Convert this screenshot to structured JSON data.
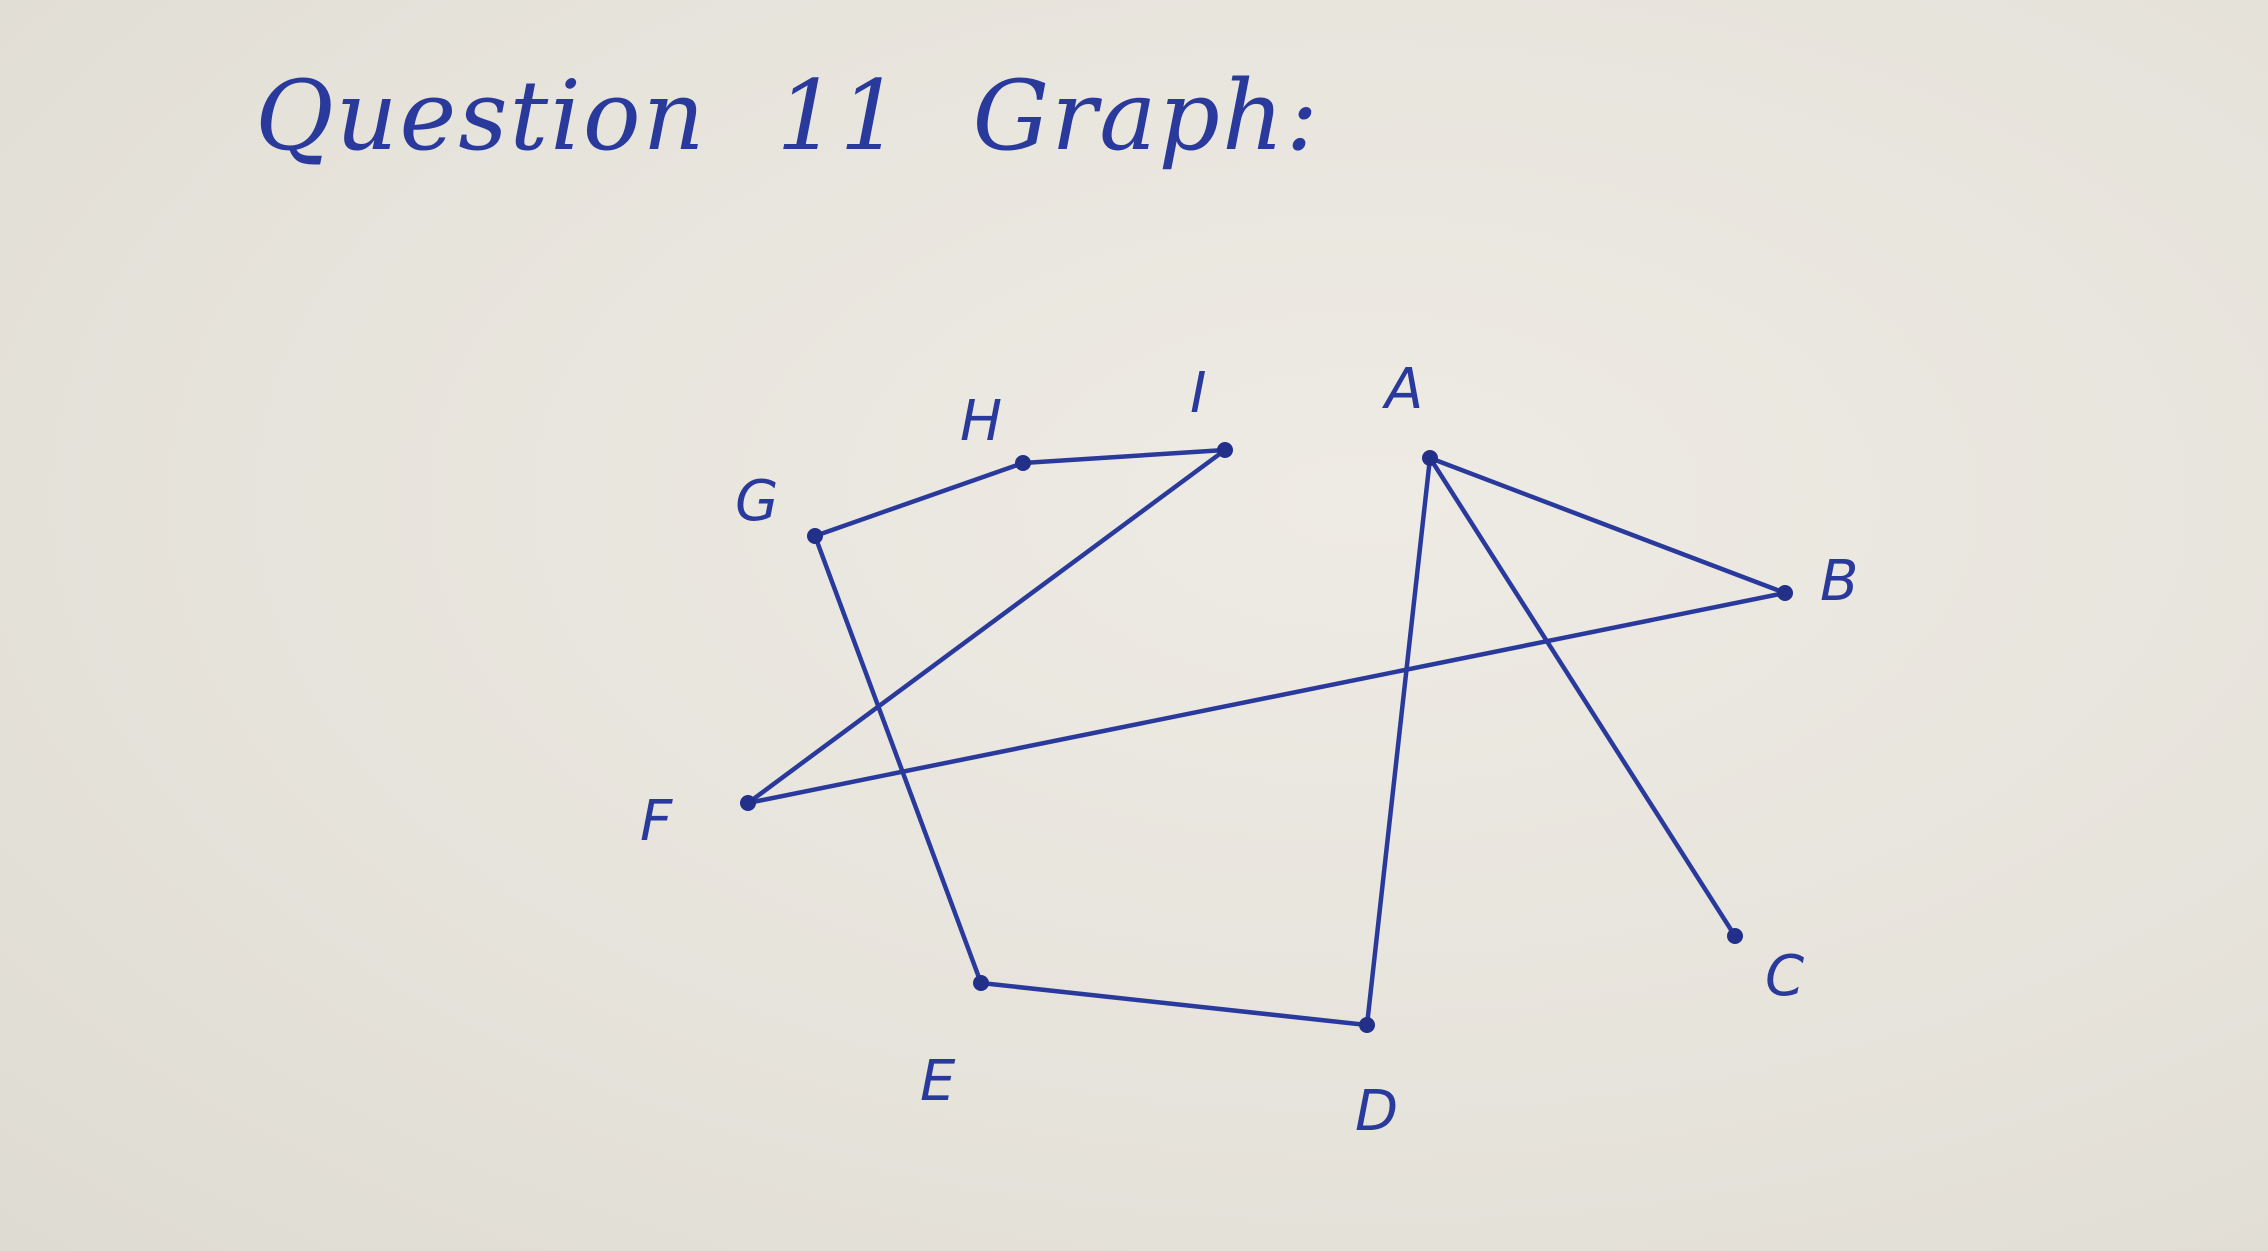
{
  "title": {
    "word1": "Question",
    "word2": "11",
    "word3": "Graph:"
  },
  "ink_color": "#2a3a9c",
  "nodes": [
    {
      "id": "A",
      "label": "A"
    },
    {
      "id": "B",
      "label": "B"
    },
    {
      "id": "C",
      "label": "C"
    },
    {
      "id": "D",
      "label": "D"
    },
    {
      "id": "E",
      "label": "E"
    },
    {
      "id": "F",
      "label": "F"
    },
    {
      "id": "G",
      "label": "G"
    },
    {
      "id": "H",
      "label": "H"
    },
    {
      "id": "I",
      "label": "I"
    }
  ],
  "edges": [
    [
      "G",
      "H"
    ],
    [
      "H",
      "I"
    ],
    [
      "I",
      "F"
    ],
    [
      "F",
      "B"
    ],
    [
      "G",
      "E"
    ],
    [
      "E",
      "D"
    ],
    [
      "D",
      "A"
    ],
    [
      "A",
      "B"
    ],
    [
      "A",
      "C"
    ]
  ]
}
